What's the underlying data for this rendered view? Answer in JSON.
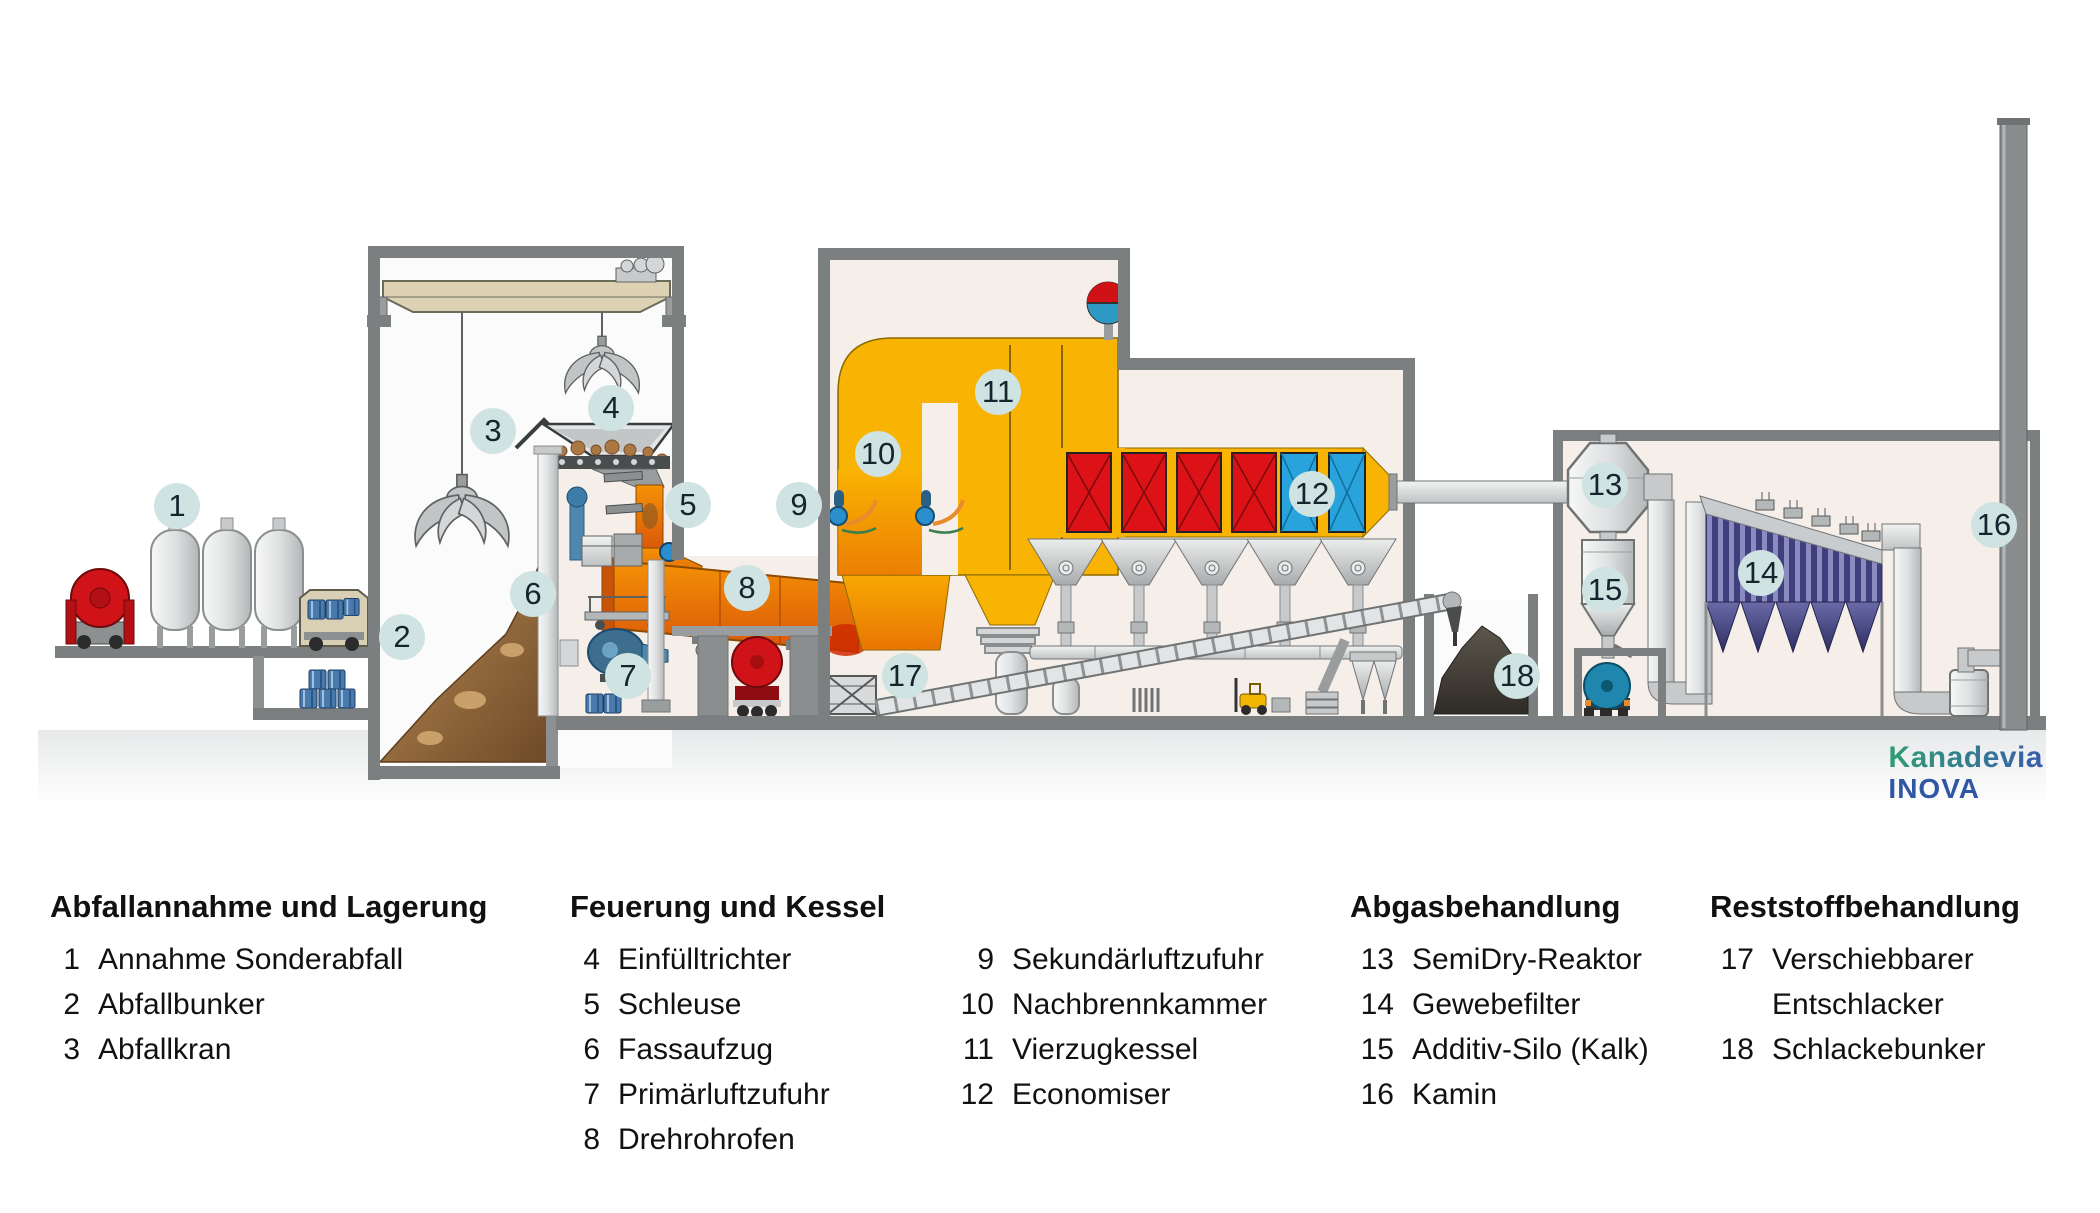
{
  "logo": {
    "line1": "Kanadevia",
    "line2": "INOVA"
  },
  "markers": [
    "1",
    "2",
    "3",
    "4",
    "5",
    "6",
    "7",
    "8",
    "9",
    "10",
    "11",
    "12",
    "13",
    "14",
    "15",
    "16",
    "17",
    "18"
  ],
  "legend": {
    "sections": [
      {
        "title": "Abfallannahme und Lagerung",
        "items": [
          {
            "num": "1",
            "label": "Annahme Sonderabfall"
          },
          {
            "num": "2",
            "label": "Abfallbunker"
          },
          {
            "num": "3",
            "label": "Abfallkran"
          }
        ]
      },
      {
        "title": "Feuerung und Kessel",
        "items": [
          {
            "num": "4",
            "label": "Einfülltrichter"
          },
          {
            "num": "5",
            "label": "Schleuse"
          },
          {
            "num": "6",
            "label": "Fassaufzug"
          },
          {
            "num": "7",
            "label": "Primärluftzufuhr"
          },
          {
            "num": "8",
            "label": "Drehrohrofen"
          }
        ]
      },
      {
        "title": "",
        "items": [
          {
            "num": "9",
            "label": "Sekundärluftzufuhr"
          },
          {
            "num": "10",
            "label": "Nachbrennkammer"
          },
          {
            "num": "11",
            "label": "Vierzugkessel"
          },
          {
            "num": "12",
            "label": "Economiser"
          }
        ]
      },
      {
        "title": "Abgasbehandlung",
        "items": [
          {
            "num": "13",
            "label": "SemiDry-Reaktor"
          },
          {
            "num": "14",
            "label": "Gewebefilter"
          },
          {
            "num": "15",
            "label": "Additiv-Silo (Kalk)"
          },
          {
            "num": "16",
            "label": "Kamin"
          }
        ]
      },
      {
        "title": "Reststoffbehandlung",
        "items": [
          {
            "num": "17",
            "label": "Verschiebbarer\nEntschlacker"
          },
          {
            "num": "18",
            "label": "Schlackebunker"
          }
        ]
      }
    ]
  },
  "colors": {
    "structure_gray": "#7b7f80",
    "interior_cream": "#f6efe9",
    "boiler_yellow": "#f9b303",
    "kiln_orange": "#e8650b",
    "heat_exchanger_red": "#dd1217",
    "economiser_blue": "#28a3dc",
    "filter_purple": "#4a4a85",
    "waste_brown": "#9a6f3e",
    "marker_background": "#cfe3e2",
    "logo_green": "#2f9e72",
    "logo_blue": "#2f57a5"
  }
}
